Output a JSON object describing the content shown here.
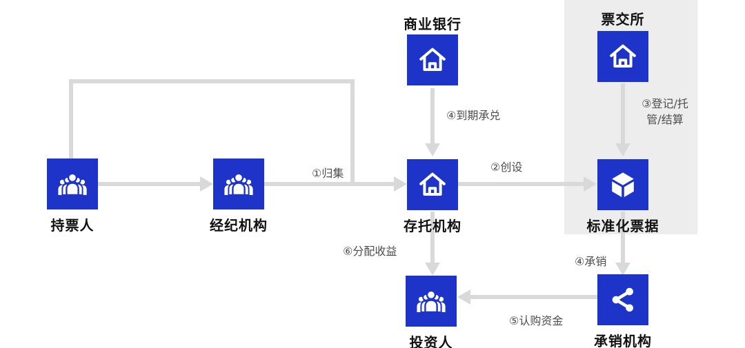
{
  "colors": {
    "accent_blue": "#1e34c8",
    "panel_gray": "#ededed",
    "connector_gray": "#d9d9d9"
  },
  "nodes": {
    "holder": {
      "label": "持票人",
      "icon": "users-group-icon"
    },
    "broker": {
      "label": "经纪机构",
      "icon": "users-group-icon"
    },
    "commercial_bank": {
      "label": "商业银行",
      "icon": "bank-house-icon"
    },
    "depository": {
      "label": "存托机构",
      "icon": "bank-house-icon"
    },
    "bill_exchange": {
      "label": "票交所",
      "icon": "bank-house-icon"
    },
    "standardized_bill": {
      "label": "标准化票据",
      "icon": "cube-icon"
    },
    "investor": {
      "label": "投资人",
      "icon": "users-group-icon"
    },
    "underwriter": {
      "label": "承销机构",
      "icon": "share-icon"
    }
  },
  "edges": {
    "collect": "①归集",
    "create": "②创设",
    "register_line1": "③登记/托",
    "register_line2": "管/结算",
    "maturity_acceptance": "④到期承兑",
    "underwrite": "④承销",
    "subscription_funds": "⑤认购资金",
    "distribute_income": "⑥分配收益"
  }
}
